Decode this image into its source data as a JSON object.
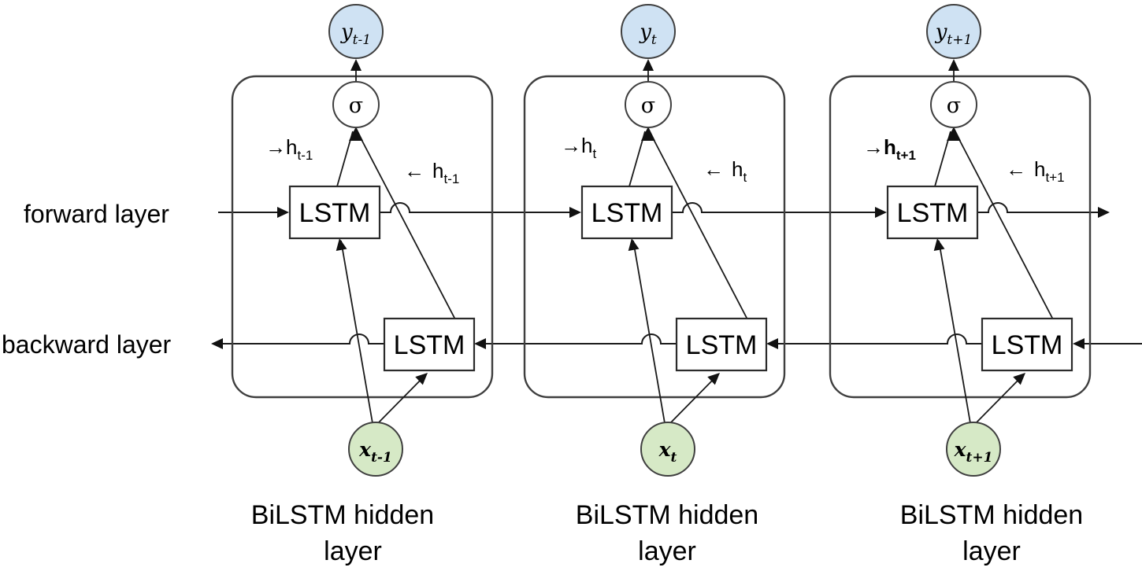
{
  "diagram": {
    "title": "BiLSTM architecture diagram",
    "left_labels": {
      "forward": "forward layer",
      "backward": "backward layer"
    },
    "units": [
      {
        "y_base": "y",
        "y_sub": "t-1",
        "sigma": "σ",
        "fwd_arrow": "→",
        "fwd_base": "h",
        "fwd_sub": "t-1",
        "bwd_arrow": "←",
        "bwd_base": "h",
        "bwd_sub": "t-1",
        "forward_lstm": "LSTM",
        "backward_lstm": "LSTM",
        "x_base": "x",
        "x_sub": "t-1",
        "caption_line1": "BiLSTM hidden",
        "caption_line2": "layer"
      },
      {
        "y_base": "y",
        "y_sub": "t",
        "sigma": "σ",
        "fwd_arrow": "→",
        "fwd_base": "h",
        "fwd_sub": "t",
        "bwd_arrow": "←",
        "bwd_base": "h",
        "bwd_sub": "t",
        "forward_lstm": "LSTM",
        "backward_lstm": "LSTM",
        "x_base": "x",
        "x_sub": "t",
        "caption_line1": "BiLSTM hidden",
        "caption_line2": "layer"
      },
      {
        "y_base": "y",
        "y_sub": "t+1",
        "sigma": "σ",
        "fwd_arrow": "→",
        "fwd_base": "h",
        "fwd_sub": "t+1",
        "bwd_arrow": "←",
        "bwd_base": "h",
        "bwd_sub": "t+1",
        "forward_lstm": "LSTM",
        "backward_lstm": "LSTM",
        "x_base": "x",
        "x_sub": "t+1",
        "caption_line1": "BiLSTM hidden",
        "caption_line2": "layer"
      }
    ],
    "colors": {
      "output_fill": "#cfe2f3",
      "input_fill": "#d6e9c6",
      "sigma_fill": "#ffffff",
      "line": "#1a1a1a",
      "box_stroke": "#3f3f3f",
      "text": "#000000"
    }
  }
}
